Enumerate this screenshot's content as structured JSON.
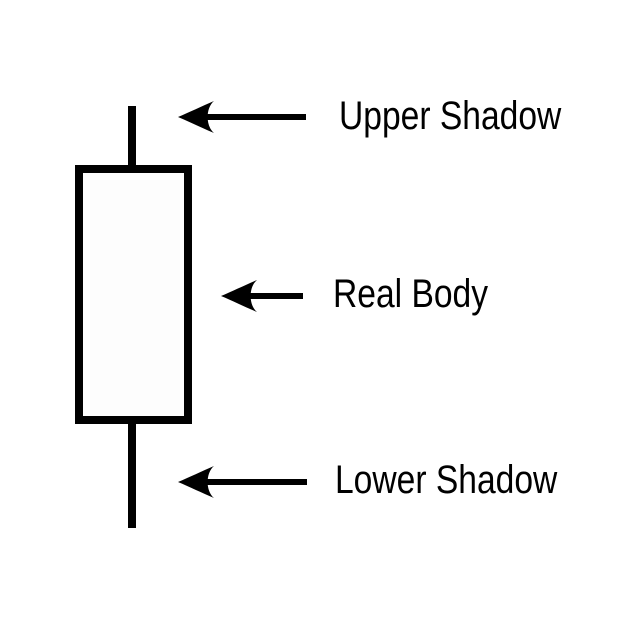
{
  "diagram": {
    "colors": {
      "background": "#ffffff",
      "ink": "#000000",
      "body_fill": "#fdfdfd"
    },
    "labels": {
      "upper_shadow": "Upper Shadow",
      "real_body": "Real Body",
      "lower_shadow": "Lower Shadow"
    }
  }
}
